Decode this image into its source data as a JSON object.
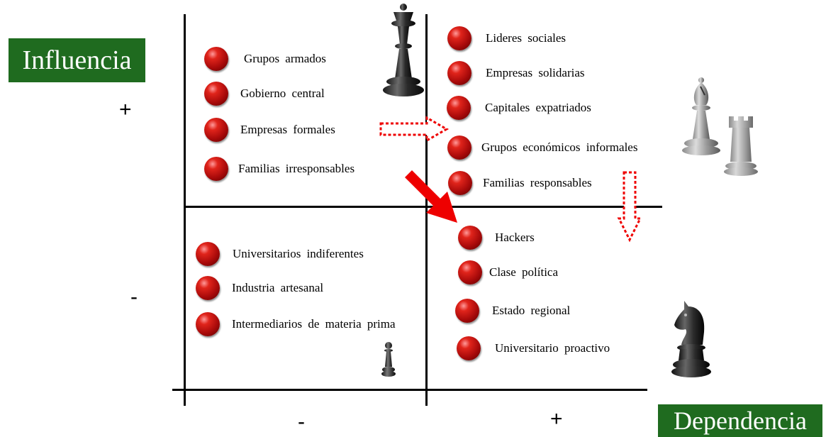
{
  "axes": {
    "y_title": "Influencia",
    "x_title": "Dependencia",
    "y_plus": "+",
    "y_minus": "-",
    "x_minus": "-",
    "x_plus": "+",
    "title_color": "#1f6b1f"
  },
  "quadrants": {
    "top_left": {
      "piece": "black-queen-icon",
      "items": [
        "Grupos armados",
        "Gobierno central",
        "Empresas formales",
        "Familias irresponsables"
      ]
    },
    "top_right": {
      "pieces": [
        "grey-bishop-icon",
        "grey-rook-icon"
      ],
      "items": [
        "Lideres sociales",
        "Empresas solidarias",
        "Capitales expatriados",
        "Grupos económicos informales",
        "Familias responsables"
      ]
    },
    "bottom_left": {
      "piece": "black-pawn-icon",
      "items": [
        "Universitarios indiferentes",
        "Industria artesanal",
        "Intermediarios de materia prima"
      ]
    },
    "bottom_right": {
      "piece": "black-knight-icon",
      "items": [
        "Hackers",
        "Clase política",
        "Estado regional",
        "Universitario proactivo"
      ]
    }
  },
  "arrows": {
    "solid": "red-solid-diagonal-arrow",
    "dotted_right": "red-dotted-right-arrow",
    "dotted_down": "red-dotted-down-arrow",
    "color": "#ee0000"
  }
}
